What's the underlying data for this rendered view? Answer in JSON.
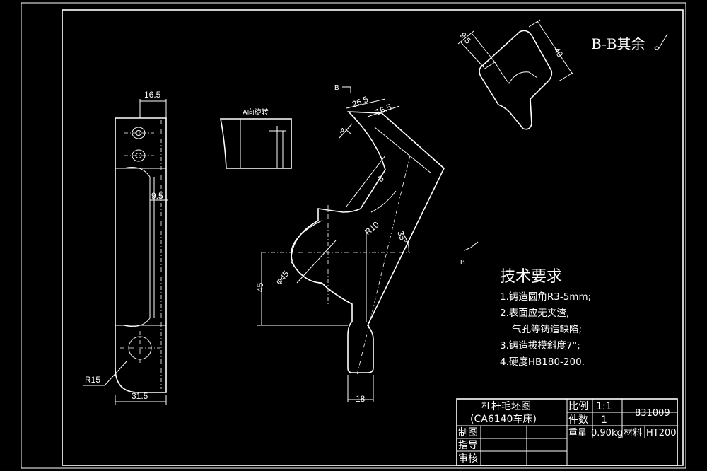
{
  "section_title": "B-B其余",
  "dimensions": {
    "side_top_width": "16.5",
    "side_slot": "9.5",
    "side_radius": "R15",
    "side_bottom_width": "31.5",
    "main_26_5": "26.5",
    "main_16_5": "16.5",
    "main_8": "8",
    "main_r10": "R10",
    "main_angle": "35°",
    "main_dia": "φ45",
    "main_height": "45",
    "main_base": "18",
    "section_9_5": "9.5",
    "section_40": "40"
  },
  "view_labels": {
    "rotated_view": "A向旋转",
    "cut_b_top": "B",
    "cut_a": "A",
    "cut_b_bottom": "B"
  },
  "tech_requirements": {
    "title": "技术要求",
    "items": [
      "1.铸造圆角R3-5mm;",
      "2.表面应无夹渣,",
      "气孔等铸造缺陷;",
      "3.铸造拔模斜度7°;",
      "4.硬度HB180-200."
    ]
  },
  "title_block": {
    "name": "杠杆毛坯图",
    "machine": "(CA6140车床)",
    "scale_label": "比例",
    "scale_value": "1:1",
    "drawing_no": "831009",
    "count_label": "件数",
    "count_value": "1",
    "weight_label": "重量",
    "weight_value": "0.90kg",
    "material_label": "材料",
    "material_value": "HT200",
    "drawn_label": "制图",
    "guide_label": "指导",
    "review_label": "审核"
  }
}
